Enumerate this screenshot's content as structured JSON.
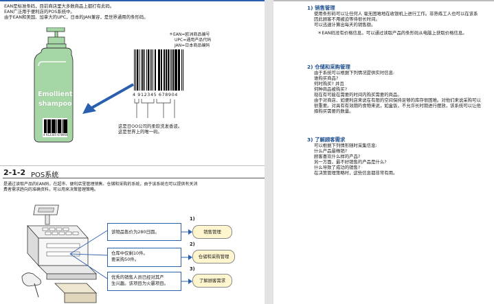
{
  "left": {
    "intro": [
      "EAN是标准条码，目前商店里大多数商品上都打有此码。",
      "EAN广泛用于便利店的POS系统中。",
      "由于EAN和美国、加拿大的UPC，日本的JAN兼容，是世界通用的条形码。"
    ],
    "legend": [
      "＊EAN=欧洲商品编号",
      "UPC=通用产品代码",
      "JAN=日本商品编码"
    ],
    "bottle_label": [
      "Emollient",
      "shampoo"
    ],
    "barcode_digits": "4 912345 678904",
    "bottle_digits": "4 912345 678904",
    "barcode_note": [
      "这是日OO公司的柔软洗发香波。",
      "这是世界上的唯一码。"
    ],
    "section": {
      "number": "2-1-2",
      "title": "POS系统",
      "body": [
        "是通过读取产品的EAN码，在超市、便利店里管理销售、仓储和采购的系统。由于该系统也可以提供有关消",
        "费者需求趋向的准确资料，可以用来决策管理策略。"
      ]
    },
    "flow": [
      {
        "num": "1)",
        "text": [
          "该物品售价为280日圆。"
        ],
        "tag": "销售管理"
      },
      {
        "num": "2)",
        "text": [
          "仓库中仅剩10件。",
          "要采购50件。"
        ],
        "tag": "仓储和采购管理"
      },
      {
        "num": "3)",
        "text": [
          "优秀的销售人员已经对其产",
          "生兴趣。该项目为火暴项目。"
        ],
        "tag": "了解顾客需求"
      }
    ]
  },
  "right": {
    "sections": [
      {
        "title": "1) 销售管理",
        "lines": [
          "使用条形码可以让任何人 毫无困难地在收银机上进行工作。非熟练工人也可以在该系",
          "因此顾客不用被迫等待很长时间。",
          "可以迅速计算出每天的销售额。"
        ],
        "note": "＊EAN码没有价格信息。可以通过读取产品的条形码从电脑上获取价格信息。"
      },
      {
        "title": "2) 仓储和采购管理",
        "lines": [
          "由于系统可以根据下列情况提供实时信息:",
          "谁购买商品?",
          "何时购买? 并且",
          "何种商品被购买?",
          "现在有可能在需要的时间内购买需要的商品。",
          "由于对商店、如便利店来说在有限的空间保持足够的库存很困难。对他们来说采购可以",
          "很重要。对具有有效期的食物来说，如盒饭，不允许长时期进行摆放，该系统可以让他",
          "择购买需要的数量。"
        ]
      },
      {
        "title": "3) 了解顾客需求",
        "lines": [
          "可以根据下列情形随时采集信息:",
          "什么产品最畅销?",
          "顾客喜欢什么样的产品?",
          "另一方面，最不好销售的产品是什么?",
          "什么导致了成功的销售?",
          "在决策管理策略时，这些信息都非常有用。"
        ]
      }
    ]
  },
  "colors": {
    "accent_blue": "#1f4f8f",
    "arrow_blue": "#2a5fb0",
    "bottle_green": "#a6d6a6",
    "tag_fill": "#fff6d0"
  }
}
